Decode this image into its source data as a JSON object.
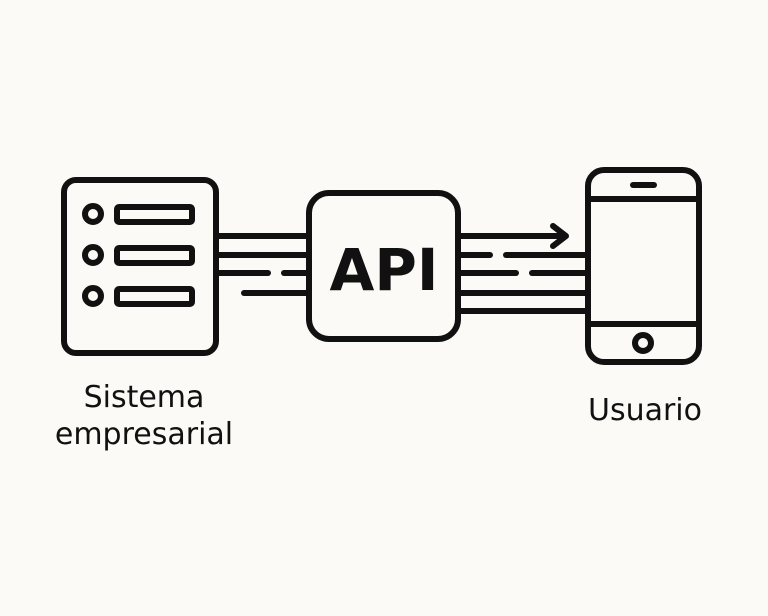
{
  "diagram": {
    "nodes": {
      "system": {
        "line1": "Sistema",
        "line2": "empresarial",
        "icon": "server-list-icon"
      },
      "api": {
        "text": "API"
      },
      "user": {
        "text": "Usuario",
        "icon": "smartphone-icon"
      }
    },
    "colors": {
      "background": "#fbfaf6",
      "stroke": "#111111",
      "box_fill": "#fbfaf6"
    }
  }
}
